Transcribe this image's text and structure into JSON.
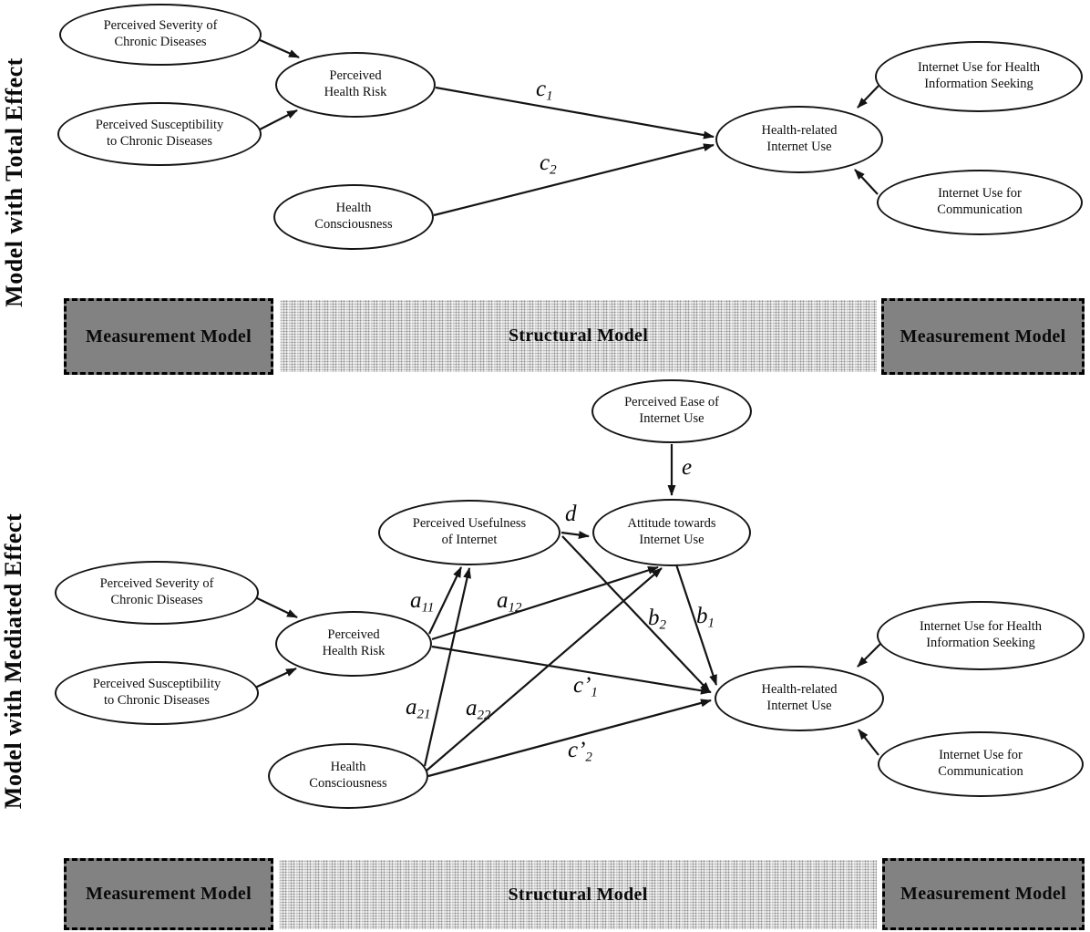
{
  "colors": {
    "measurement_fill": "#828282",
    "structural_fill": "#e9e9e9",
    "line": "#141414"
  },
  "bands": {
    "measurement": "Measurement Model",
    "structural": "Structural Model"
  },
  "total_model": {
    "title": "Model with Total Effect",
    "nodes": {
      "severity": {
        "label": "Perceived Severity of\nChronic Diseases"
      },
      "susceptibility": {
        "label": "Perceived Susceptibility\nto Chronic Diseases"
      },
      "health_risk": {
        "label": "Perceived\nHealth Risk"
      },
      "health_consciousness": {
        "label": "Health\nConsciousness"
      },
      "internet_use": {
        "label": "Health-related\nInternet Use"
      },
      "info_seeking": {
        "label": "Internet Use for Health\nInformation Seeking"
      },
      "communication": {
        "label": "Internet Use for\nCommunication"
      }
    },
    "edge_labels": {
      "c1": {
        "main": "c",
        "sub": "1"
      },
      "c2": {
        "main": "c",
        "sub": "2"
      }
    },
    "edges": [
      {
        "from": "Perceived Severity of Chronic Diseases",
        "to": "Perceived Health Risk",
        "label": ""
      },
      {
        "from": "Perceived Susceptibility to Chronic Diseases",
        "to": "Perceived Health Risk",
        "label": ""
      },
      {
        "from": "Perceived Health Risk",
        "to": "Health-related Internet Use",
        "label": "c1"
      },
      {
        "from": "Health Consciousness",
        "to": "Health-related Internet Use",
        "label": "c2"
      },
      {
        "from": "Internet Use for Health Information Seeking",
        "to": "Health-related Internet Use",
        "label": ""
      },
      {
        "from": "Internet Use for Communication",
        "to": "Health-related Internet Use",
        "label": ""
      }
    ]
  },
  "mediated_model": {
    "title": "Model with Mediated Effect",
    "nodes": {
      "ease": {
        "label": "Perceived Ease of\nInternet Use"
      },
      "usefulness": {
        "label": "Perceived Usefulness\nof Internet"
      },
      "attitude": {
        "label": "Attitude towards\nInternet Use"
      },
      "severity": {
        "label": "Perceived Severity of\nChronic Diseases"
      },
      "susceptibility": {
        "label": "Perceived Susceptibility\nto Chronic Diseases"
      },
      "health_risk": {
        "label": "Perceived\nHealth Risk"
      },
      "health_consciousness": {
        "label": "Health\nConsciousness"
      },
      "internet_use": {
        "label": "Health-related\nInternet Use"
      },
      "info_seeking": {
        "label": "Internet Use for Health\nInformation Seeking"
      },
      "communication": {
        "label": "Internet Use for\nCommunication"
      }
    },
    "edge_labels": {
      "e": {
        "main": "e",
        "sub": ""
      },
      "d": {
        "main": "d",
        "sub": ""
      },
      "a11": {
        "main": "a",
        "sub": "11"
      },
      "a12": {
        "main": "a",
        "sub": "12"
      },
      "a21": {
        "main": "a",
        "sub": "21"
      },
      "a22": {
        "main": "a",
        "sub": "22"
      },
      "b1": {
        "main": "b",
        "sub": "1"
      },
      "b2": {
        "main": "b",
        "sub": "2"
      },
      "cp1": {
        "main": "c’",
        "sub": "1"
      },
      "cp2": {
        "main": "c’",
        "sub": "2"
      }
    },
    "edges": [
      {
        "from": "Perceived Severity of Chronic Diseases",
        "to": "Perceived Health Risk",
        "label": ""
      },
      {
        "from": "Perceived Susceptibility to Chronic Diseases",
        "to": "Perceived Health Risk",
        "label": ""
      },
      {
        "from": "Perceived Ease of Internet Use",
        "to": "Attitude towards Internet Use",
        "label": "e"
      },
      {
        "from": "Perceived Usefulness of Internet",
        "to": "Attitude towards Internet Use",
        "label": "d"
      },
      {
        "from": "Perceived Health Risk",
        "to": "Perceived Usefulness of Internet",
        "label": "a11"
      },
      {
        "from": "Perceived Health Risk",
        "to": "Attitude towards Internet Use",
        "label": "a12"
      },
      {
        "from": "Perceived Health Risk",
        "to": "Health-related Internet Use",
        "label": "c'1"
      },
      {
        "from": "Health Consciousness",
        "to": "Perceived Usefulness of Internet",
        "label": "a21"
      },
      {
        "from": "Health Consciousness",
        "to": "Attitude towards Internet Use",
        "label": "a22"
      },
      {
        "from": "Health Consciousness",
        "to": "Health-related Internet Use",
        "label": "c'2"
      },
      {
        "from": "Perceived Usefulness of Internet",
        "to": "Health-related Internet Use",
        "label": "b2"
      },
      {
        "from": "Attitude towards Internet Use",
        "to": "Health-related Internet Use",
        "label": "b1"
      },
      {
        "from": "Internet Use for Health Information Seeking",
        "to": "Health-related Internet Use",
        "label": ""
      },
      {
        "from": "Internet Use for Communication",
        "to": "Health-related Internet Use",
        "label": ""
      }
    ]
  }
}
